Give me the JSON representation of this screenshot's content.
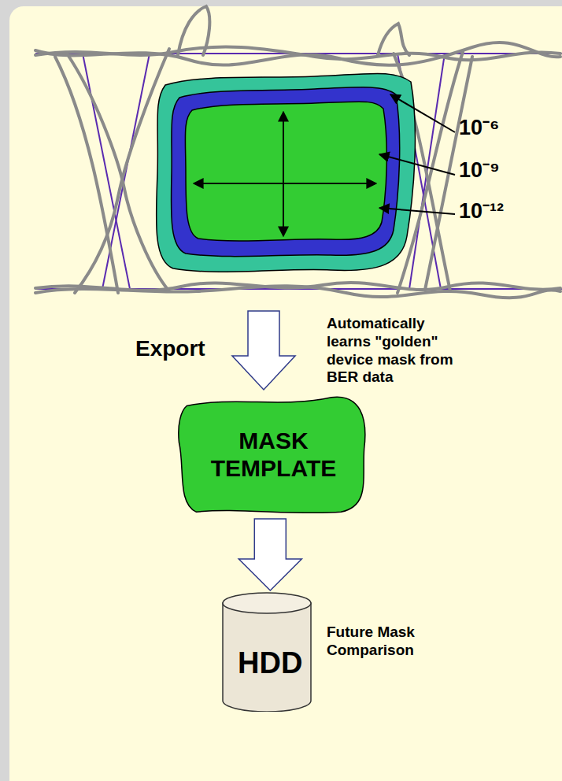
{
  "diagram": {
    "nodes": [
      {
        "text": [
          "MASK TEMPLATE"
        ]
      },
      {
        "text": [
          "HDD"
        ]
      }
    ],
    "edges": [
      {
        "from": 0,
        "to": 1,
        "arrow": "to"
      }
    ],
    "labels": [
      "10⁻⁶",
      "10⁻⁹",
      "10⁻¹²",
      "Export",
      "Automatically learns \"golden\" device mask from BER data",
      "Future Mask Comparison"
    ]
  }
}
